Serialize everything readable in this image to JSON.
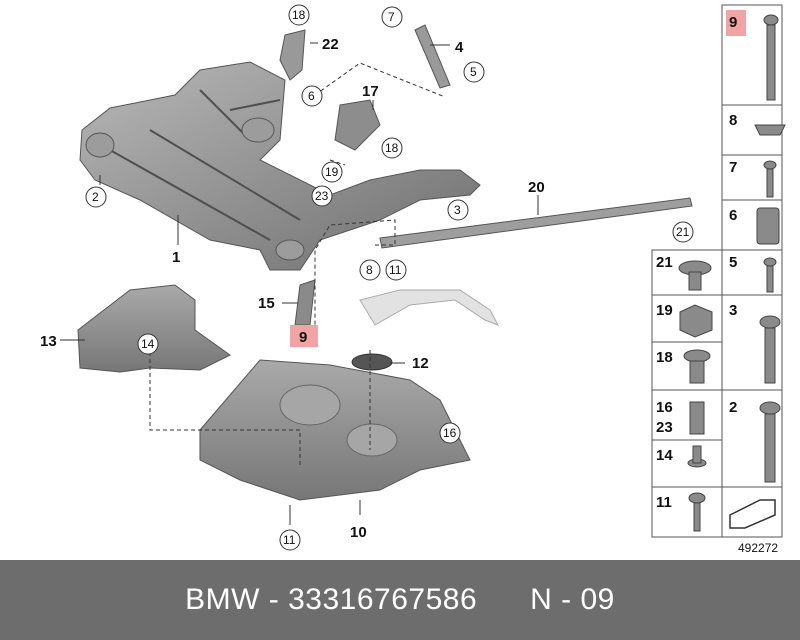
{
  "callouts": {
    "c1": "1",
    "c2": "2",
    "c3": "3",
    "c4": "4",
    "c5": "5",
    "c6": "6",
    "c7": "7",
    "c8": "8",
    "c9": "9",
    "c10": "10",
    "c11a": "11",
    "c11b": "11",
    "c12": "12",
    "c13": "13",
    "c14": "14",
    "c15": "15",
    "c16": "16",
    "c17": "17",
    "c18a": "18",
    "c18b": "18",
    "c19": "19",
    "c20": "20",
    "c21": "21",
    "c22": "22",
    "c23": "23"
  },
  "parts_panel": {
    "items": [
      {
        "label": "9"
      },
      {
        "label": "8"
      },
      {
        "label": "7"
      },
      {
        "label": "6"
      },
      {
        "label": "5"
      },
      {
        "label": "3"
      },
      {
        "label": "2"
      },
      {
        "label": "21"
      },
      {
        "label": "19"
      },
      {
        "label": "18"
      },
      {
        "label": "16"
      },
      {
        "label": "23"
      },
      {
        "label": "14"
      },
      {
        "label": "11"
      }
    ],
    "diagram_number": "492272"
  },
  "footer": {
    "brand": "BMW",
    "separator": "-",
    "part_number": "33316767586",
    "position": "N - 09"
  },
  "colors": {
    "highlight": "#f2a3a3",
    "part_gray": "#8a8a8a",
    "footer_bg": "#6d6d6d"
  }
}
